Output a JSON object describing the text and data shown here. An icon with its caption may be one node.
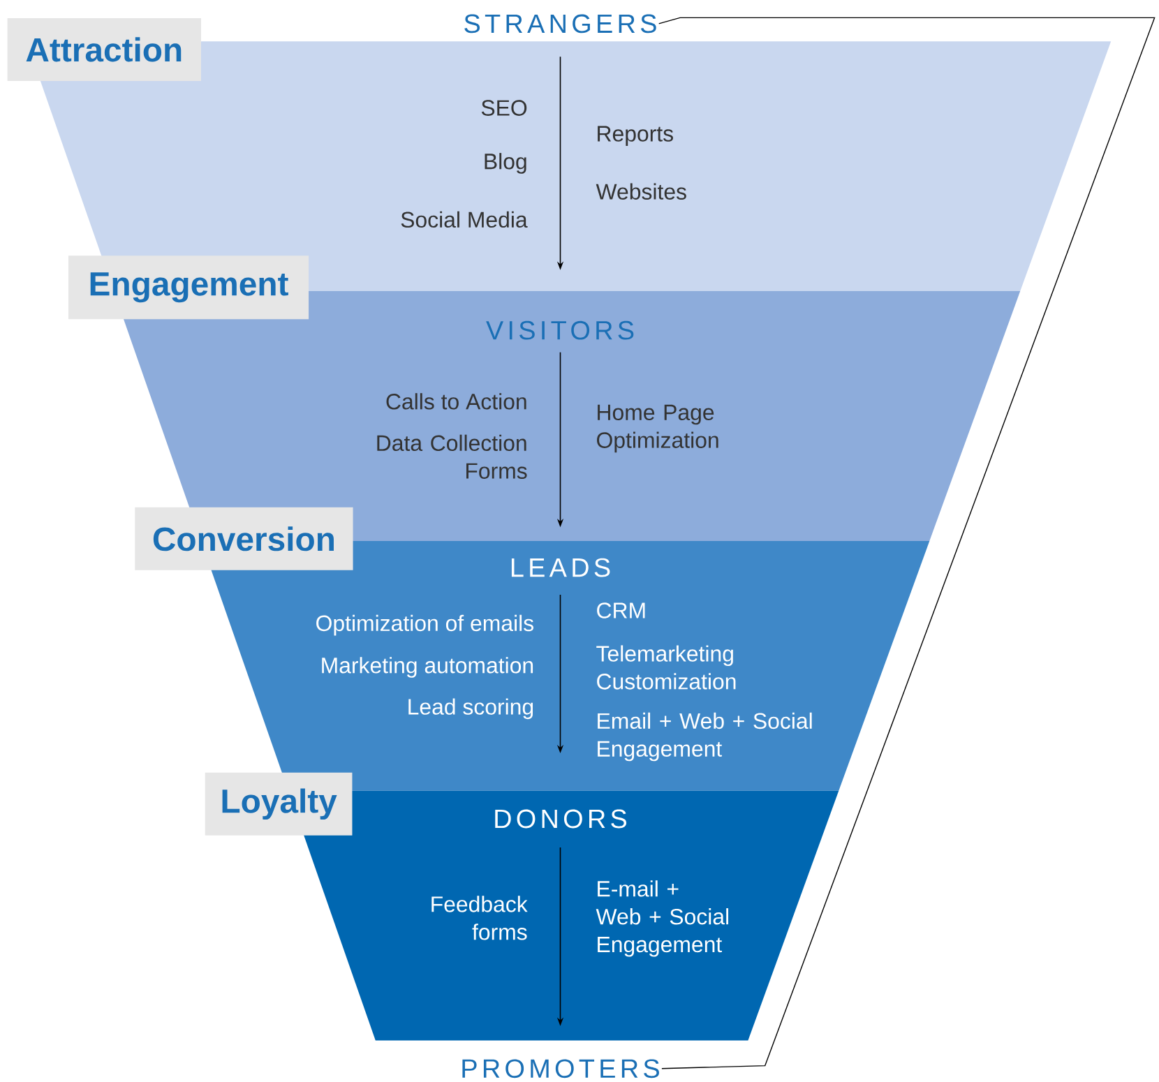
{
  "diagram": {
    "nodes": [
      {
        "text": [
          "Attraction"
        ]
      },
      {
        "text": [
          "STRANGERS"
        ]
      },
      {
        "text": [
          "Engagement"
        ]
      },
      {
        "text": [
          "VISITORS"
        ]
      },
      {
        "text": [
          "Conversion"
        ]
      },
      {
        "text": [
          "LEADS"
        ]
      },
      {
        "text": [
          "Loyalty"
        ]
      },
      {
        "text": [
          "DONORS"
        ]
      },
      {
        "text": [
          "PROMOTERS"
        ]
      }
    ],
    "edges": [
      {
        "from": 1,
        "to": 3,
        "arrow": "to"
      },
      {
        "from": 3,
        "to": 5,
        "arrow": "to"
      },
      {
        "from": 5,
        "to": 7,
        "arrow": "to"
      },
      {
        "from": 7,
        "to": 8,
        "arrow": "to"
      },
      {
        "from": 1,
        "to": 8,
        "arrow": "none"
      }
    ],
    "labels": [
      "SEO",
      "Blog",
      "Social Media",
      "Reports",
      "Websites",
      "Calls to Action",
      "Data Collection Forms",
      "Home Page Optimization",
      "Optimization of emails",
      "Marketing automation",
      "Lead scoring",
      "CRM",
      "Telemarketing Customization",
      "Email + Web + Social Engagement",
      "Feedback forms",
      "E-mail + Web + Social Engagement"
    ]
  }
}
